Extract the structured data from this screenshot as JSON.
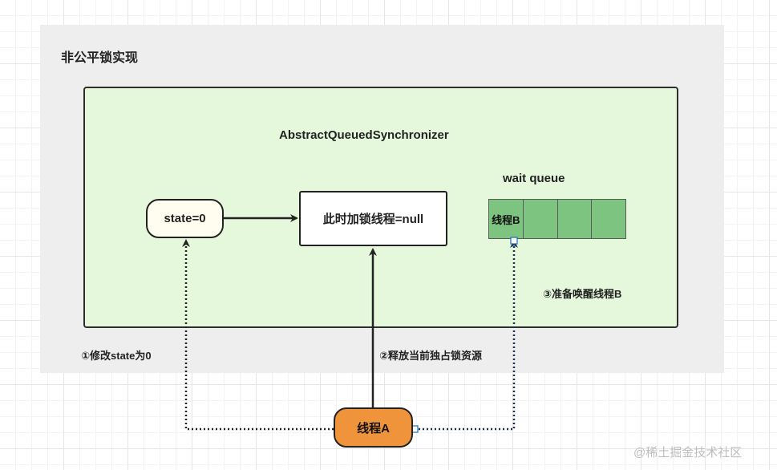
{
  "outer_title": "非公平锁实现",
  "aqs_title": "AbstractQueuedSynchronizer",
  "wait_queue_title": "wait queue",
  "state_node": "state=0",
  "lock_node": "此时加锁线程=null",
  "queue_cells": [
    "线程B",
    "",
    "",
    ""
  ],
  "thread_node": "线程A",
  "steps": {
    "step1": "①修改state为0",
    "step2": "②释放当前独占锁资源",
    "step3": "③准备唤醒线程B"
  },
  "watermark": "@稀土掘金技术社区",
  "colors": {
    "outer_panel": "#eeeeee",
    "inner_panel": "#e6f8dc",
    "queue_cell": "#7cc47f",
    "thread_node": "#f0943b",
    "state_node": "#fffdf0"
  }
}
